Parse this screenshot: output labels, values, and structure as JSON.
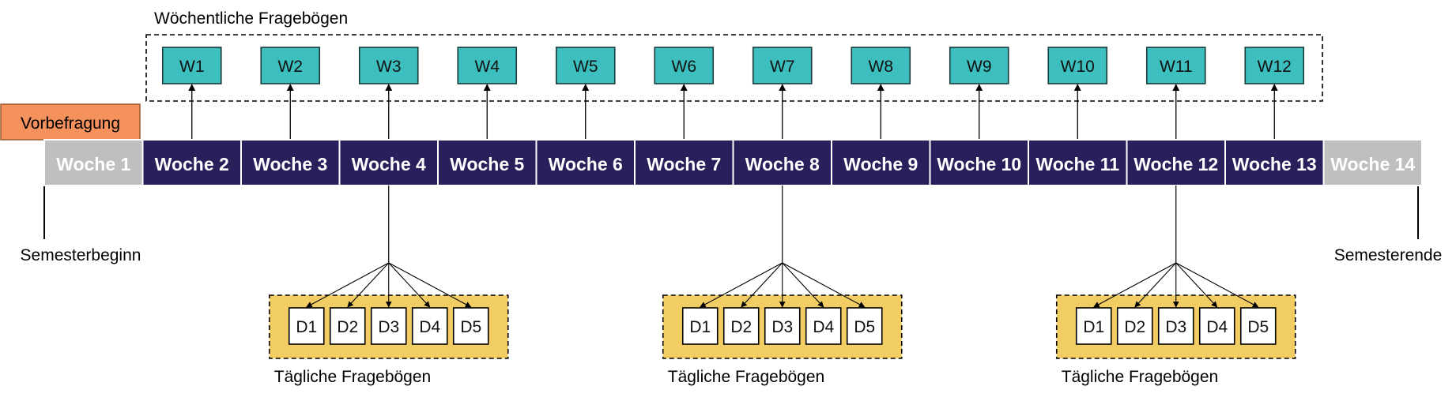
{
  "weekly_group_label": "Wöchentliche Fragebögen",
  "daily_group_label": "Tägliche Fragebögen",
  "pre_survey_label": "Vorbefragung",
  "semester_start_label": "Semesterbeginn",
  "semester_end_label": "Semesterende",
  "weeks": [
    {
      "label": "Woche 1",
      "active": false
    },
    {
      "label": "Woche 2",
      "active": true
    },
    {
      "label": "Woche 3",
      "active": true
    },
    {
      "label": "Woche 4",
      "active": true
    },
    {
      "label": "Woche 5",
      "active": true
    },
    {
      "label": "Woche 6",
      "active": true
    },
    {
      "label": "Woche 7",
      "active": true
    },
    {
      "label": "Woche 8",
      "active": true
    },
    {
      "label": "Woche 9",
      "active": true
    },
    {
      "label": "Woche 10",
      "active": true
    },
    {
      "label": "Woche 11",
      "active": true
    },
    {
      "label": "Woche 12",
      "active": true
    },
    {
      "label": "Woche 13",
      "active": true
    },
    {
      "label": "Woche 14",
      "active": false
    }
  ],
  "weekly_surveys": [
    "W1",
    "W2",
    "W3",
    "W4",
    "W5",
    "W6",
    "W7",
    "W8",
    "W9",
    "W10",
    "W11",
    "W12"
  ],
  "daily_survey_weeks": [
    "Woche 4",
    "Woche 8",
    "Woche 12"
  ],
  "daily_surveys": [
    "D1",
    "D2",
    "D3",
    "D4",
    "D5"
  ],
  "colors": {
    "active_week": "#2a1f5a",
    "inactive_week": "#bfbfbf",
    "weekly_box": "#3dbfbf",
    "daily_group_bg": "#f2cd63",
    "pre_survey": "#f4915c"
  }
}
